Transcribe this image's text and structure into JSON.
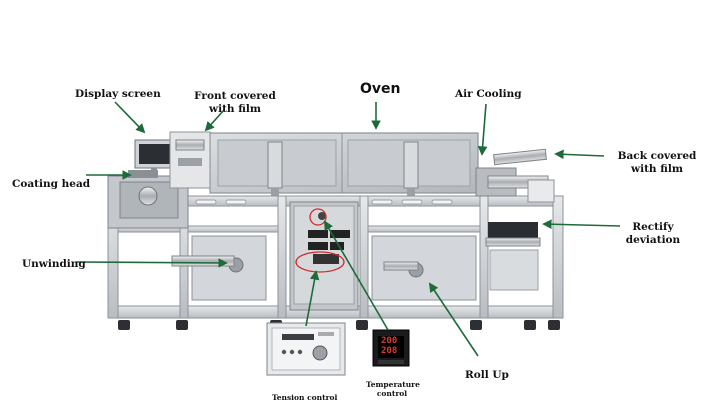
{
  "labels": {
    "display_screen": "Display screen",
    "front_covered_line1": "Front covered",
    "front_covered_line2": "with film",
    "oven": "Oven",
    "air_cooling": "Air Cooling",
    "back_covered_line1": "Back covered",
    "back_covered_line2": "with film",
    "coating_head": "Coating head",
    "rectify_line1": "Rectify",
    "rectify_line2": "deviation",
    "unwinding": "Unwinding",
    "roll_up": "Roll Up",
    "tension_control": "Tension control",
    "temperature_line1": "Temperature",
    "temperature_line2": "control"
  },
  "temperature_display": {
    "top": "200",
    "bottom": "208"
  },
  "colors": {
    "arrow": "#1e6b3a",
    "frame": "#c9ccd0",
    "panel": "#b7bcc2",
    "callout_circle": "#d22b2b",
    "display_red": "#e03a2e"
  }
}
